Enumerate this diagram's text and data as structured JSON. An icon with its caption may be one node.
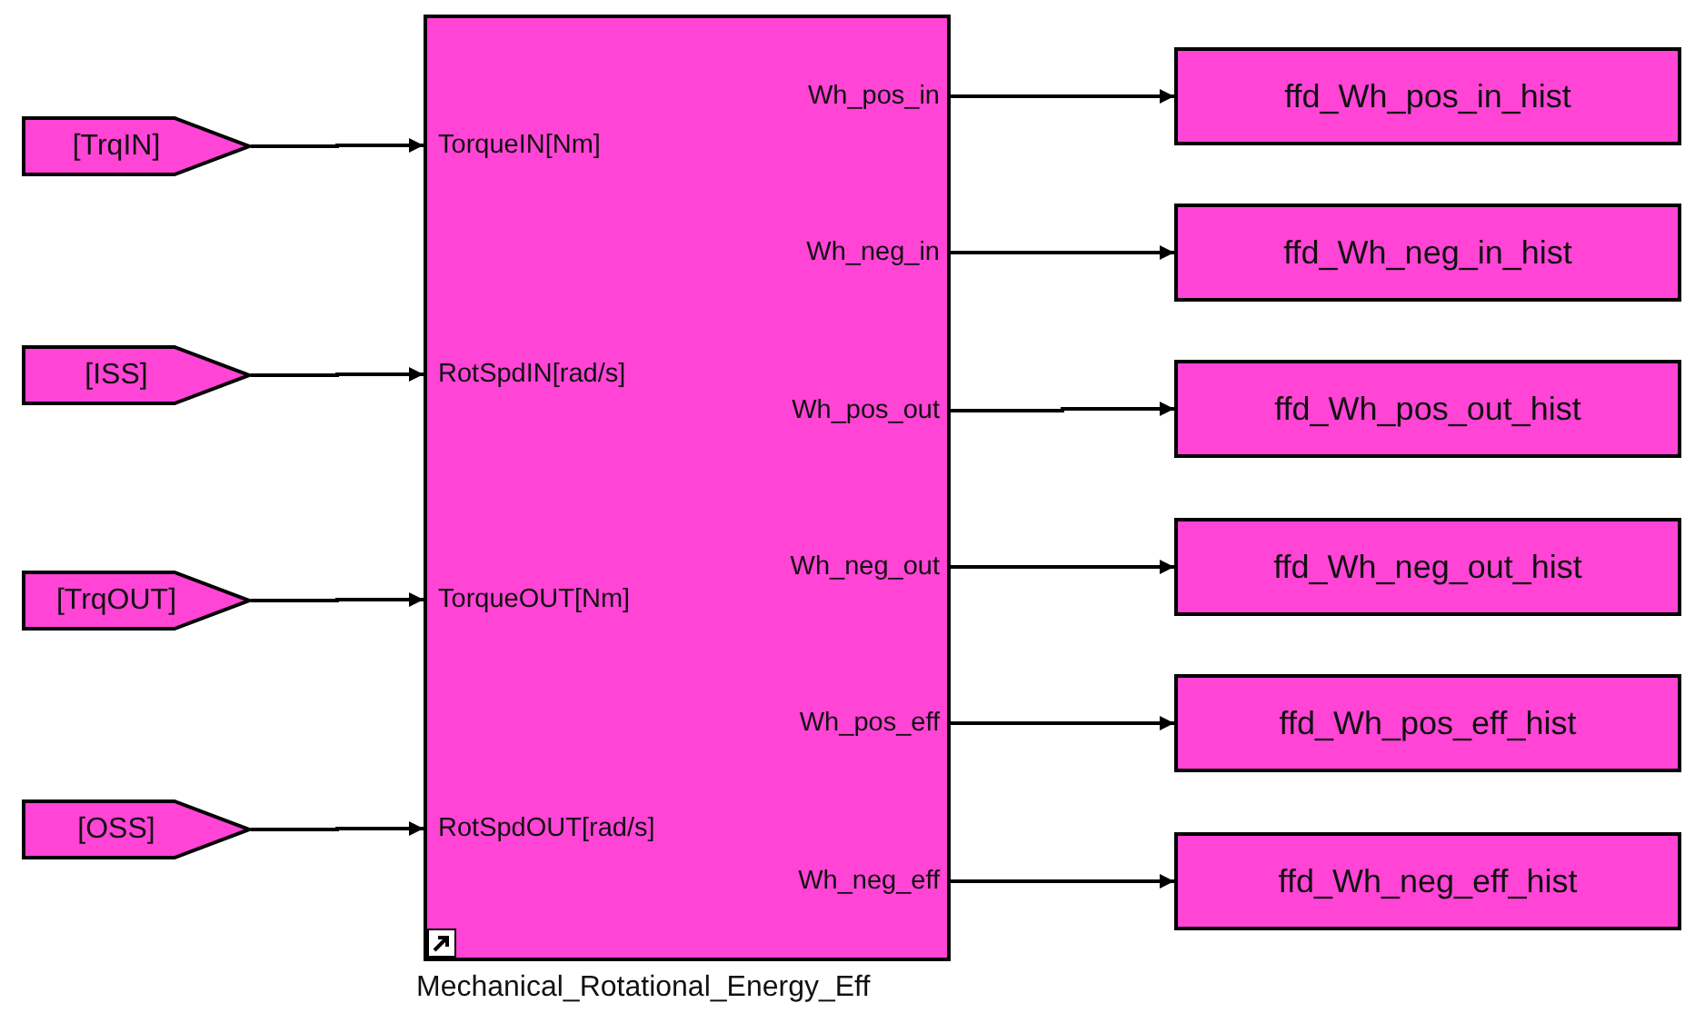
{
  "diagram": {
    "nodes": [
      {
        "text": [
          "[TrqIN]"
        ]
      },
      {
        "text": [
          "[ISS]"
        ]
      },
      {
        "text": [
          "[TrqOUT]"
        ]
      },
      {
        "text": [
          "[OSS]"
        ]
      },
      {
        "text": [
          "TorqueIN[Nm]",
          "RotSpdIN[rad/s]",
          "TorqueOUT[Nm]",
          "RotSpdOUT[rad/s]",
          "Wh_pos_in",
          "Wh_neg_in",
          "Wh_pos_out",
          "Wh_neg_out",
          "Wh_pos_eff",
          "Wh_neg_eff"
        ],
        "beside": [
          "Mechanical_Rotational_Energy_Eff"
        ]
      },
      {
        "text": [
          "ffd_Wh_pos_in_hist"
        ]
      },
      {
        "text": [
          "ffd_Wh_neg_in_hist"
        ]
      },
      {
        "text": [
          "ffd_Wh_pos_out_hist"
        ]
      },
      {
        "text": [
          "ffd_Wh_neg_out_hist"
        ]
      },
      {
        "text": [
          "ffd_Wh_pos_eff_hist"
        ]
      },
      {
        "text": [
          "ffd_Wh_neg_eff_hist"
        ]
      }
    ],
    "edges": [
      {
        "from": 0,
        "to": 4,
        "arrow": "to"
      },
      {
        "from": 1,
        "to": 4,
        "arrow": "to"
      },
      {
        "from": 2,
        "to": 4,
        "arrow": "to"
      },
      {
        "from": 3,
        "to": 4,
        "arrow": "to"
      },
      {
        "from": 4,
        "to": 5,
        "arrow": "to"
      },
      {
        "from": 4,
        "to": 6,
        "arrow": "to"
      },
      {
        "from": 4,
        "to": 7,
        "arrow": "to"
      },
      {
        "from": 4,
        "to": 8,
        "arrow": "to"
      },
      {
        "from": 4,
        "to": 9,
        "arrow": "to"
      },
      {
        "from": 4,
        "to": 10,
        "arrow": "to"
      }
    ]
  }
}
